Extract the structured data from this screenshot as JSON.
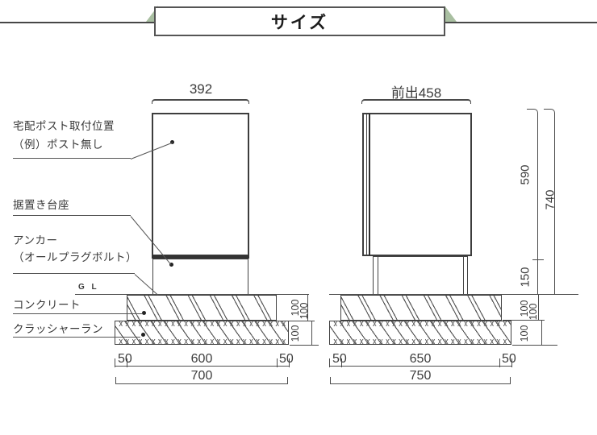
{
  "banner": {
    "title": "サイズ"
  },
  "labels": {
    "post_position_line1": "宅配ポスト取付位置",
    "post_position_line2": "（例）ポスト無し",
    "pedestal": "据置き台座",
    "anchor_line1": "アンカー",
    "anchor_line2": "（オールプラグボルト）",
    "gl": "G L",
    "concrete": "コンクリート",
    "crusher_run": "クラッシャーラン"
  },
  "front_view": {
    "top_width": "392",
    "layer_dims": [
      "100",
      "100",
      "100"
    ],
    "bottom_segments": [
      "50",
      "600",
      "50"
    ],
    "bottom_total": "700"
  },
  "side_view": {
    "top_width": "前出458",
    "upper_height": "590",
    "total_height": "740",
    "base_height": "150",
    "layer_dims": [
      "100",
      "100",
      "100"
    ],
    "bottom_segments": [
      "50",
      "650",
      "50"
    ],
    "bottom_total": "750"
  },
  "colors": {
    "ribbon_green": "#a9bfa1",
    "line": "#4a4a4a"
  }
}
